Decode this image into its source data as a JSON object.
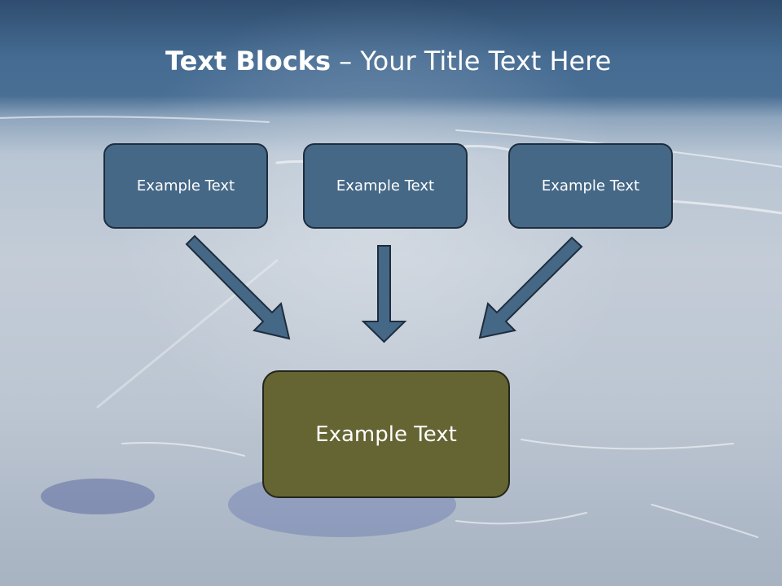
{
  "title": {
    "bold": "Text Blocks",
    "rest": " – Your Title Text Here"
  },
  "blocks": {
    "left": "Example Text",
    "center": "Example Text",
    "right": "Example Text",
    "result": "Example Text"
  },
  "colors": {
    "small_box": "#456887",
    "result_box": "#656433",
    "arrow": "#456887"
  }
}
